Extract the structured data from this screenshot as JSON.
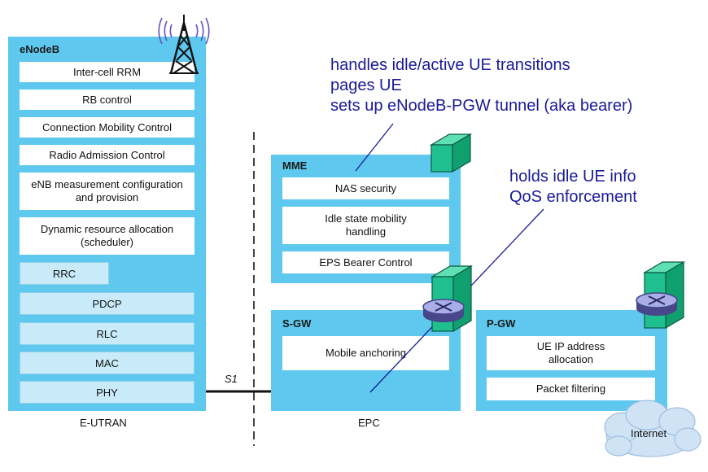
{
  "enodeb": {
    "title": "eNodeB",
    "functions": [
      "Inter-cell RRM",
      "RB control",
      "Connection Mobility Control",
      "Radio Admission Control",
      "eNB measurement configuration and provision",
      "Dynamic resource allocation (scheduler)"
    ],
    "stack": {
      "rrc": "RRC",
      "layers": [
        "PDCP",
        "RLC",
        "MAC",
        "PHY"
      ]
    },
    "region_label": "E-UTRAN"
  },
  "interface_label": "S1",
  "mme": {
    "title": "MME",
    "functions": [
      "NAS security",
      "Idle state mobility handling",
      "EPS Bearer Control"
    ]
  },
  "sgw": {
    "title": "S-GW",
    "functions": [
      "Mobile anchoring"
    ]
  },
  "pgw": {
    "title": "P-GW",
    "functions": [
      "UE IP address allocation",
      "Packet filtering"
    ]
  },
  "epc_label": "EPC",
  "internet_label": "Internet",
  "notes": {
    "mme": [
      "handles idle/active UE transitions",
      "pages UE",
      "sets up eNodeB-PGW tunnel (aka bearer)"
    ],
    "sgw": [
      "holds idle UE info",
      "QoS enforcement"
    ]
  },
  "colors": {
    "panel": "#5fc8ee",
    "note_text": "#1a1a9a",
    "layer_box": "#c9ebf9",
    "house": "#1fbf8f"
  }
}
